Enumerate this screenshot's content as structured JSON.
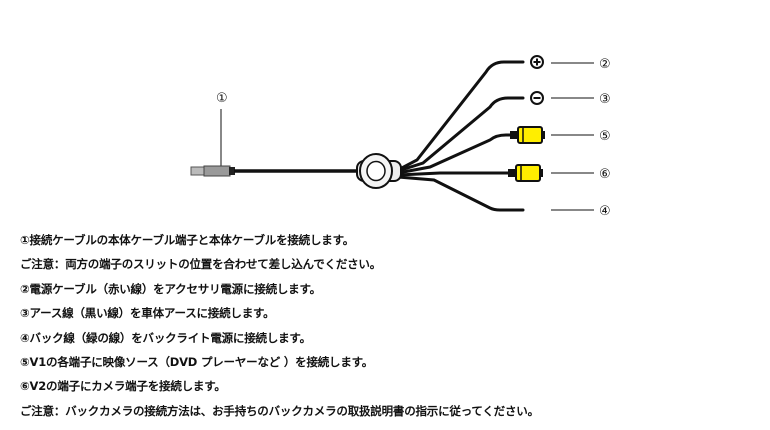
{
  "callouts": {
    "c1": "①",
    "c2": "②",
    "c3": "③",
    "c4": "④",
    "c5": "⑤",
    "c6": "⑥"
  },
  "symbols": {
    "plus": "plus-icon",
    "minus": "minus-icon"
  },
  "colors": {
    "line": "#111111",
    "rca_yellow": "#ffee00",
    "connector_gray": "#bbbbbb"
  },
  "notes": [
    "①接続ケーブルの本体ケーブル端子と本体ケーブルを接続します。",
    "ご注意：両方の端子のスリットの位置を合わせて差し込んでください。",
    "②電源ケーブル（赤い線）をアクセサリ電源に接続します。",
    "③アース線（黒い線）を車体アースに接続します。",
    "④バック線（緑の線）をバックライト電源に接続します。",
    "⑤V1の各端子に映像ソース（DVD プレーヤーなど ）を接続します。",
    "⑥V2の端子にカメラ端子を接続します。",
    "ご注意：バックカメラの接続方法は、お手持ちのバックカメラの取扱説明書の指示に従ってください。"
  ]
}
